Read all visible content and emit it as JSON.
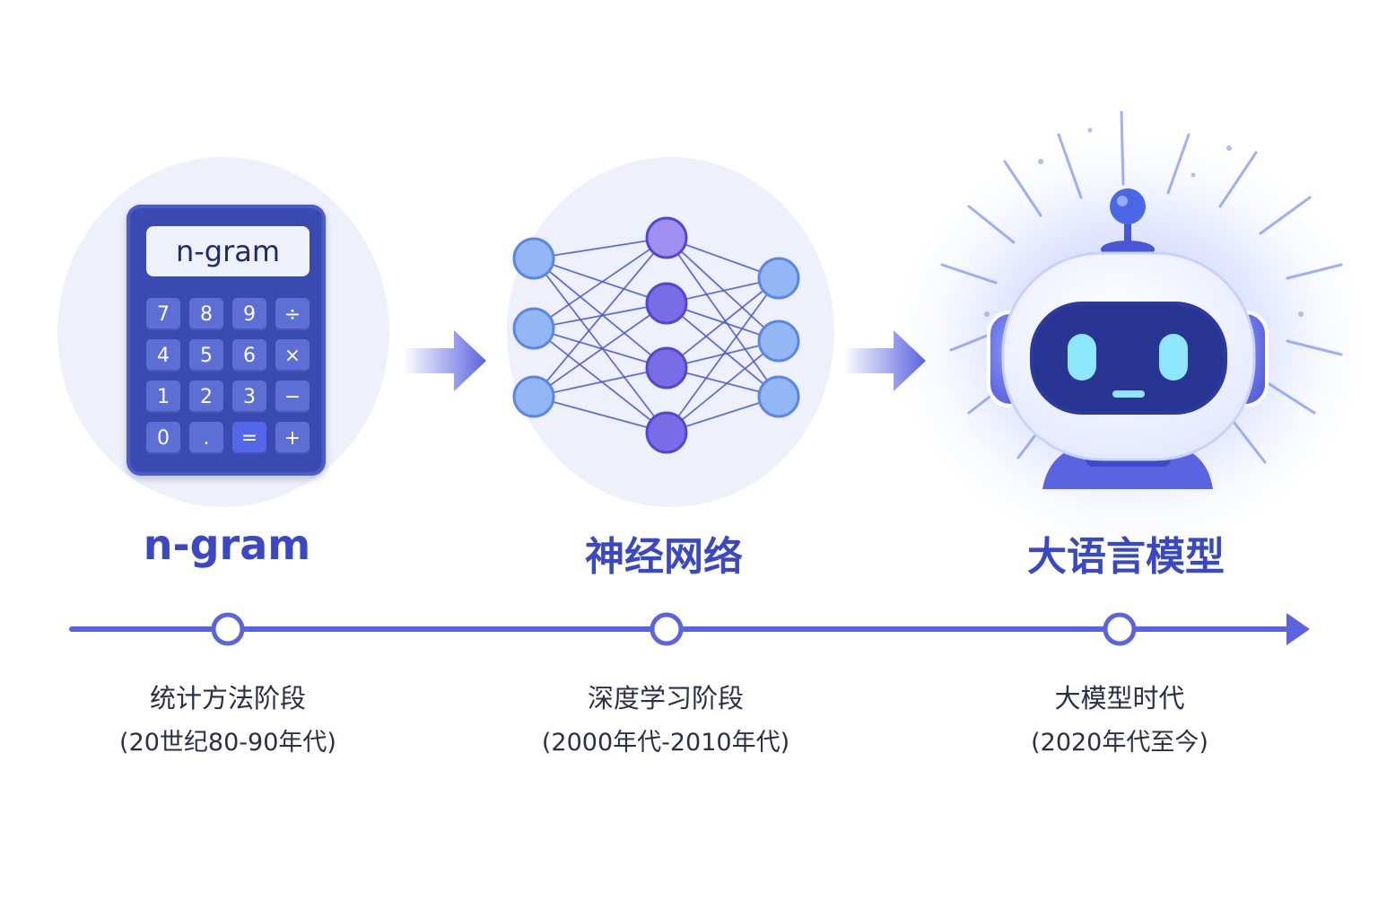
{
  "calculator": {
    "screen": "n-gram",
    "keys": [
      "7",
      "8",
      "9",
      "÷",
      "4",
      "5",
      "6",
      "×",
      "1",
      "2",
      "3",
      "−",
      "0",
      ".",
      "=",
      "+"
    ]
  },
  "stages": [
    {
      "title": "n-gram",
      "label": "统计方法阶段",
      "period": "(20世纪80-90年代)"
    },
    {
      "title": "神经网络",
      "label": "深度学习阶段",
      "period": "(2000年代-2010年代)"
    },
    {
      "title": "大语言模型",
      "label": "大模型时代",
      "period": "(2020年代至今)"
    }
  ],
  "colors": {
    "primary": "#3b48c4",
    "timeline": "#5a64e0",
    "node_light": "#93b6f5",
    "node_purple": "#7a6be6",
    "robot_face": "#2c3a9e",
    "robot_eye": "#8fe6ff"
  },
  "icons": [
    "calculator-icon",
    "neural-network-icon",
    "robot-icon",
    "arrow-right-icon"
  ]
}
